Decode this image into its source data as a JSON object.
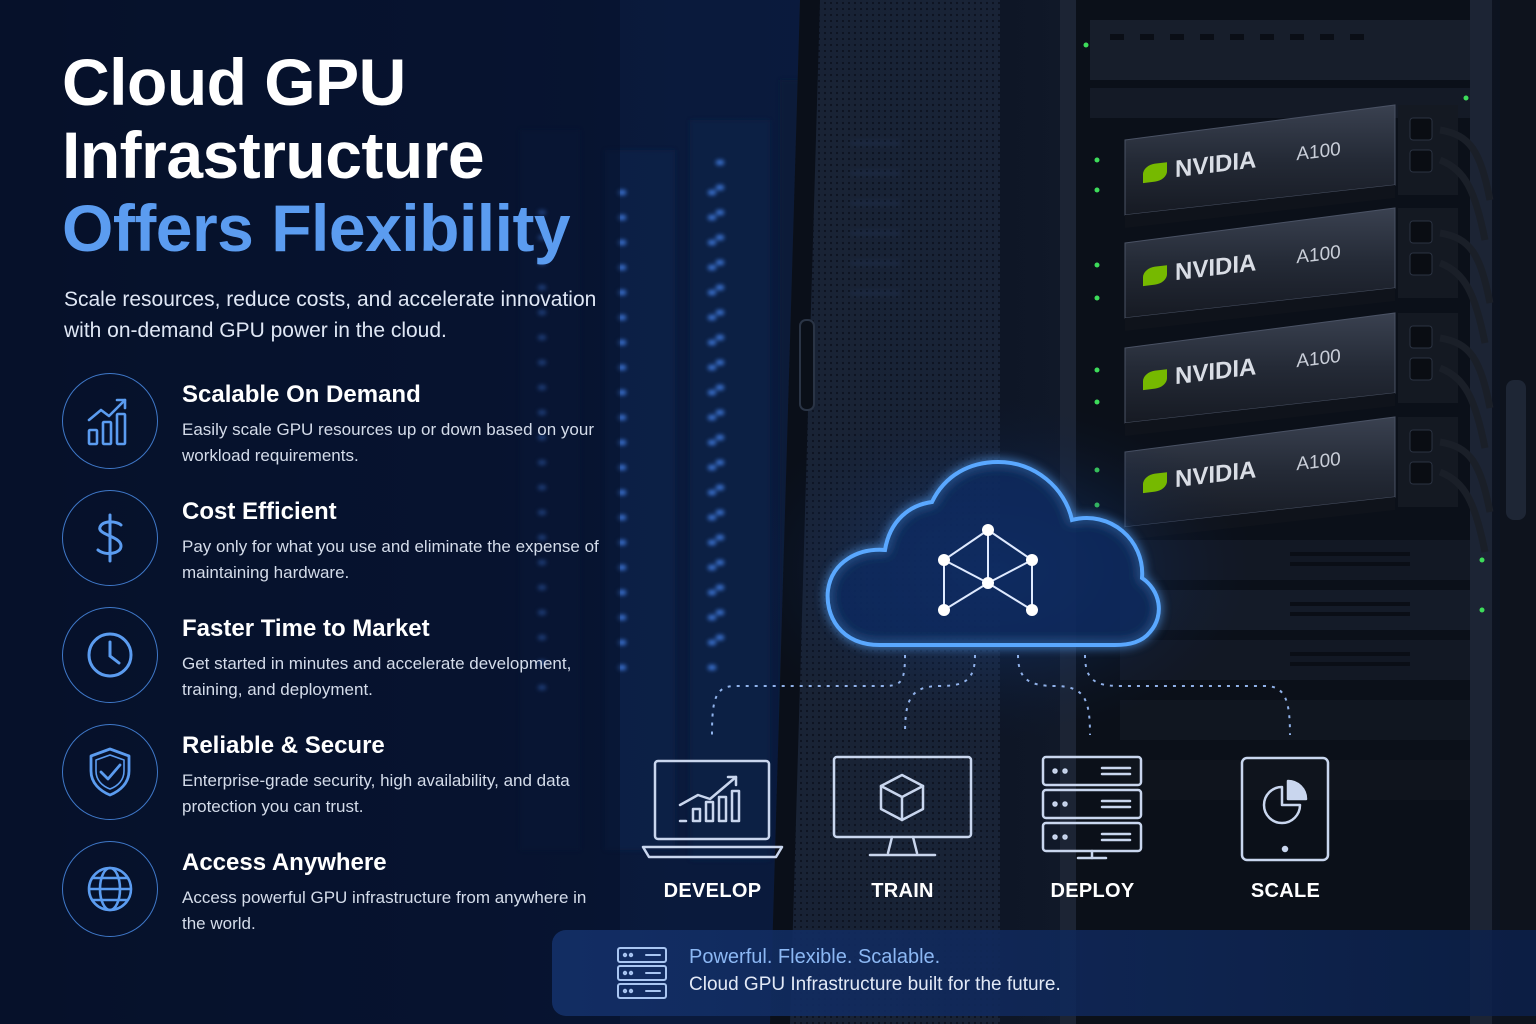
{
  "headline": {
    "line1": "Cloud GPU",
    "line2": "Infrastructure",
    "line3": "Offers Flexibility"
  },
  "subhead": "Scale resources, reduce costs, and accelerate innovation with on-demand GPU power in the cloud.",
  "features": [
    {
      "title": "Scalable On Demand",
      "desc": "Easily scale GPU resources up or down based on your workload requirements.",
      "icon": "bar-chart-growth-icon"
    },
    {
      "title": "Cost Efficient",
      "desc": "Pay only for what you use and eliminate the expense of maintaining hardware.",
      "icon": "dollar-icon"
    },
    {
      "title": "Faster Time to Market",
      "desc": "Get started in minutes and accelerate development, training, and deployment.",
      "icon": "clock-icon"
    },
    {
      "title": "Reliable & Secure",
      "desc": "Enterprise-grade security, high availability, and data protection you can trust.",
      "icon": "shield-check-icon"
    },
    {
      "title": "Access Anywhere",
      "desc": "Access powerful GPU infrastructure from anywhere in the world.",
      "icon": "globe-icon"
    }
  ],
  "gpu_cards": [
    {
      "brand": "NVIDIA",
      "model": "A100"
    },
    {
      "brand": "NVIDIA",
      "model": "A100"
    },
    {
      "brand": "NVIDIA",
      "model": "A100"
    },
    {
      "brand": "NVIDIA",
      "model": "A100"
    }
  ],
  "steps": [
    {
      "label": "DEVELOP",
      "icon": "laptop-chart-icon"
    },
    {
      "label": "TRAIN",
      "icon": "monitor-cube-icon"
    },
    {
      "label": "DEPLOY",
      "icon": "server-stack-icon"
    },
    {
      "label": "SCALE",
      "icon": "tablet-pie-icon"
    }
  ],
  "footer": {
    "tagline": "Powerful. Flexible. Scalable.",
    "subline": "Cloud GPU Infrastructure built for the future.",
    "icon": "server-stack-icon"
  },
  "colors": {
    "background": "#060f24",
    "accent": "#5b9cf0",
    "glow": "#5aa8ff",
    "nvidia_green": "#76b900"
  }
}
